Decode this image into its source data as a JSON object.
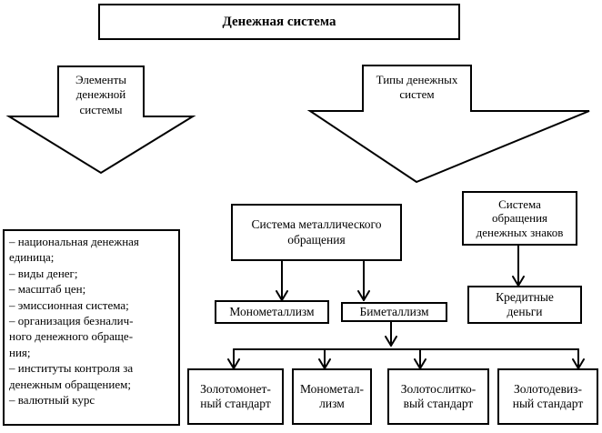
{
  "title": "Денежная система",
  "left_arrow_label": [
    "Элементы",
    "денежной",
    "системы"
  ],
  "right_arrow_label": [
    "Типы денежных",
    "систем"
  ],
  "elements_list": [
    "– национальная денежная",
    "единица;",
    "– виды денег;",
    "– масштаб цен;",
    "– эмиссионная система;",
    "– организация безналич-",
    "ного денежного обраще-",
    "ния;",
    "– институты контроля за",
    "денежным обращением;",
    "– валютный курс"
  ],
  "metal_system": [
    "Система металлического",
    "обращения"
  ],
  "token_system": [
    "Система",
    "обращения",
    "денежных знаков"
  ],
  "monometallism": "Монометаллизм",
  "bimetallism": "Биметаллизм",
  "credit_money": [
    "Кредитные",
    "деньги"
  ],
  "standards": [
    [
      "Золотомонет-",
      "ный стандарт"
    ],
    [
      "Монометал-",
      "лизм"
    ],
    [
      "Золотослитко-",
      "вый стандарт"
    ],
    [
      "Золотодевиз-",
      "ный стандарт"
    ]
  ]
}
